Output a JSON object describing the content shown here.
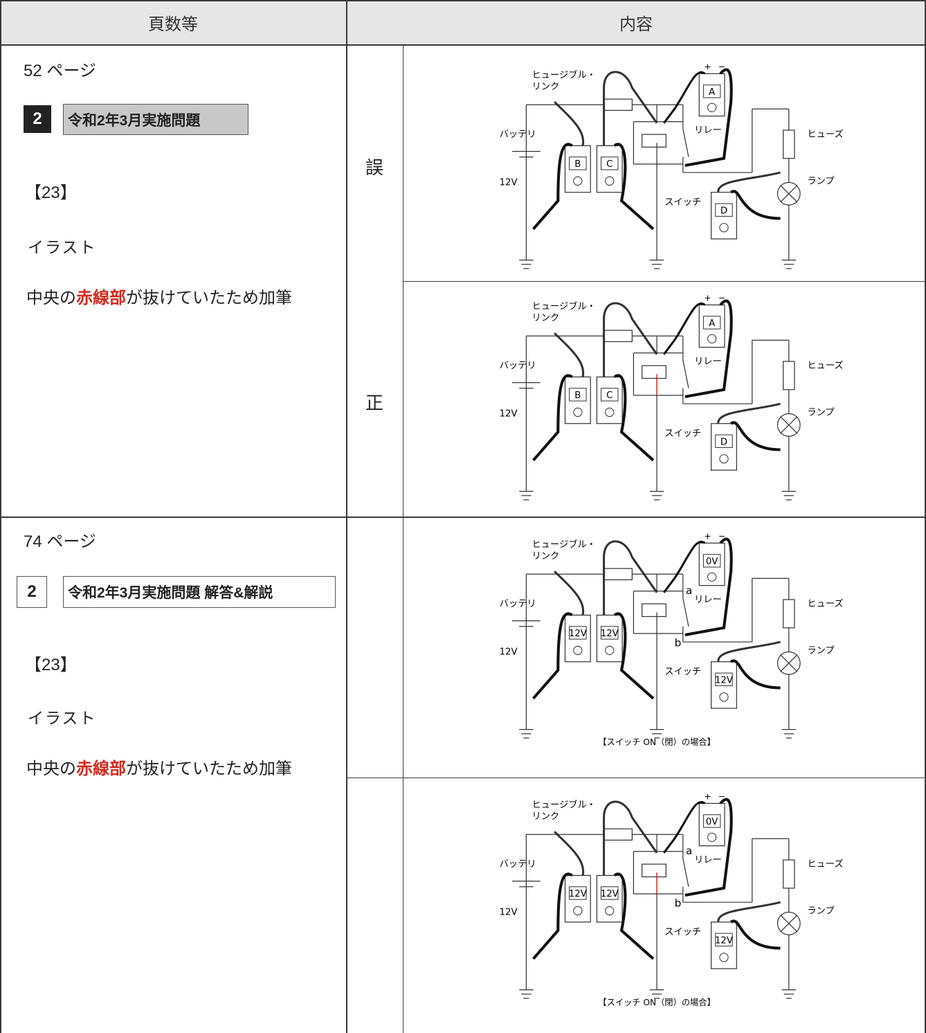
{
  "header": {
    "col1": "頁数等",
    "col2": "内容"
  },
  "rows": [
    {
      "page": "52 ページ",
      "badge_num": "2",
      "badge_title": "令和2年3月実施問題",
      "ref": "【23】",
      "item": "イラスト",
      "note_before": "中央の",
      "note_red": "赤線部",
      "note_after": "が抜けていたため加筆",
      "labels": [
        "誤",
        "正"
      ]
    },
    {
      "page": "74 ページ",
      "badge_num": "2",
      "badge_title": "令和2年3月実施問題 解答&解説",
      "ref": "【23】",
      "item": "イラスト",
      "note_before": "中央の",
      "note_red": "赤線部",
      "note_after": "が抜けていたため加筆"
    }
  ],
  "diagram": {
    "fusible_link": [
      "ヒュージブル・",
      "リンク"
    ],
    "relay": [
      "リ",
      "レ",
      "ー"
    ],
    "fuse": [
      "ヒ",
      "ュ",
      "ー",
      "ズ"
    ],
    "battery": [
      "バ",
      "ッ",
      "テ",
      "リ"
    ],
    "battery_voltage": "12V",
    "switch": [
      "ス",
      "イ",
      "ッ",
      "チ"
    ],
    "lamp": [
      "ラ",
      "ン",
      "プ"
    ],
    "plus": "+",
    "minus": "−",
    "point_a": "a",
    "point_b": "b"
  },
  "diagrams": [
    {
      "meters": [
        "A",
        "B",
        "C",
        "D"
      ],
      "red_line": false,
      "caption": "",
      "points": false
    },
    {
      "meters": [
        "A",
        "B",
        "C",
        "D"
      ],
      "red_line": true,
      "caption": "",
      "points": false
    },
    {
      "meters": [
        "0V",
        "12V",
        "12V",
        "12V"
      ],
      "red_line": false,
      "caption": "【スイッチ ON（閉）の場合】",
      "points": true
    },
    {
      "meters": [
        "0V",
        "12V",
        "12V",
        "12V"
      ],
      "red_line": true,
      "caption": "【スイッチ ON（閉）の場合】",
      "points": true
    }
  ],
  "colors": {
    "red": "#d42a1e",
    "header_bg": "#e6e6e6",
    "badge_dark": "#222222",
    "badge_grey": "#c8c8c8"
  }
}
